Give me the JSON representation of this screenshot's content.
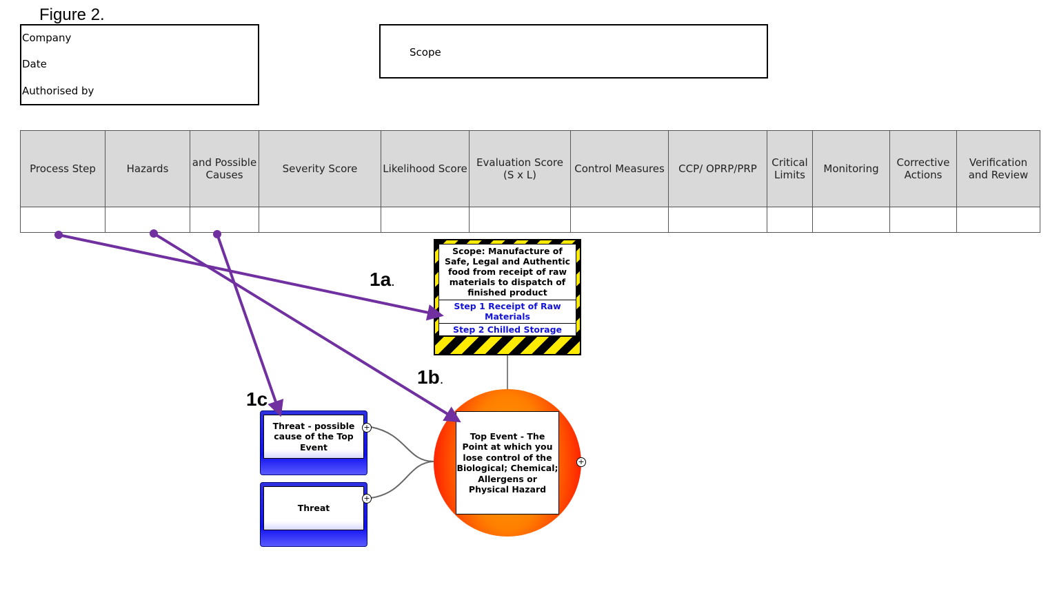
{
  "figure_title": "Figure 2.",
  "info": {
    "company": "Company",
    "date": "Date",
    "authorised_by": "Authorised by"
  },
  "scope_label": "Scope",
  "table": {
    "headers": [
      "Process Step",
      "Hazards",
      "and Possible Causes",
      "Severity Score",
      "Likelihood Score",
      "Evaluation Score (S x L)",
      "Control Measures",
      "CCP/ OPRP/PRP",
      "Critical Limits",
      "Monitoring",
      "Corrective Actions",
      "Verification and Review"
    ]
  },
  "diagram": {
    "scope_text": "Scope: Manufacture of Safe, Legal and Authentic food from receipt of raw materials to dispatch of finished product",
    "step1": "Step 1  Receipt of Raw Materials",
    "step2": "Step 2  Chilled Storage",
    "top_event": "Top Event - The Point at which you lose control of the Biological; Chemical; Allergens or Physical Hazard",
    "threat1": "Threat - possible cause of the Top Event",
    "threat2": "Threat",
    "labels": {
      "a": "1a",
      "b": "1b",
      "c": "1c",
      "dot": "."
    },
    "arrow_color": "#7030a0"
  }
}
